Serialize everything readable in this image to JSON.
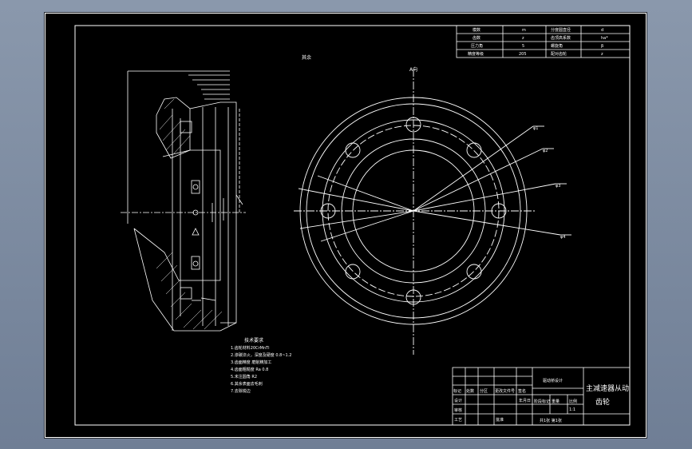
{
  "drawing": {
    "view_label": "其余",
    "section_label": "A向",
    "technical_requirements": {
      "title": "技术要求",
      "items": [
        "1.齿轮材料20CrMnTi",
        "2.渗碳淬火，深度及硬度 0.8~1.2",
        "3.齿面精度 磨削精加工",
        "4.齿面粗糙度 Ra 0.8",
        "5.未注圆角 R2",
        "6.其余表面去毛刺",
        "7.去除锐边"
      ]
    },
    "params_table": [
      [
        "模数",
        "m",
        "分度圆直径",
        "d"
      ],
      [
        "齿数",
        "z",
        "齿顶高系数",
        "ha*"
      ],
      [
        "压力角",
        "5",
        "螺旋角",
        "β"
      ],
      [
        "精度等级",
        "205",
        "配对齿轮",
        "z"
      ]
    ],
    "title_block": {
      "project": "驱动桥设计",
      "part_name_line1": "主减速器从动",
      "part_name_line2": "齿轮",
      "scale_header": "比例",
      "scale_value": "1:1",
      "sheet_info": "共1张 第1张",
      "labels": [
        "标记",
        "处数",
        "分区",
        "更改文件号",
        "签名",
        "年月日",
        "设计",
        "审核",
        "工艺",
        "批准",
        "阶段标记",
        "重量"
      ]
    },
    "dimension_labels": [
      "φ1",
      "φ2",
      "φ3",
      "φ4"
    ]
  }
}
